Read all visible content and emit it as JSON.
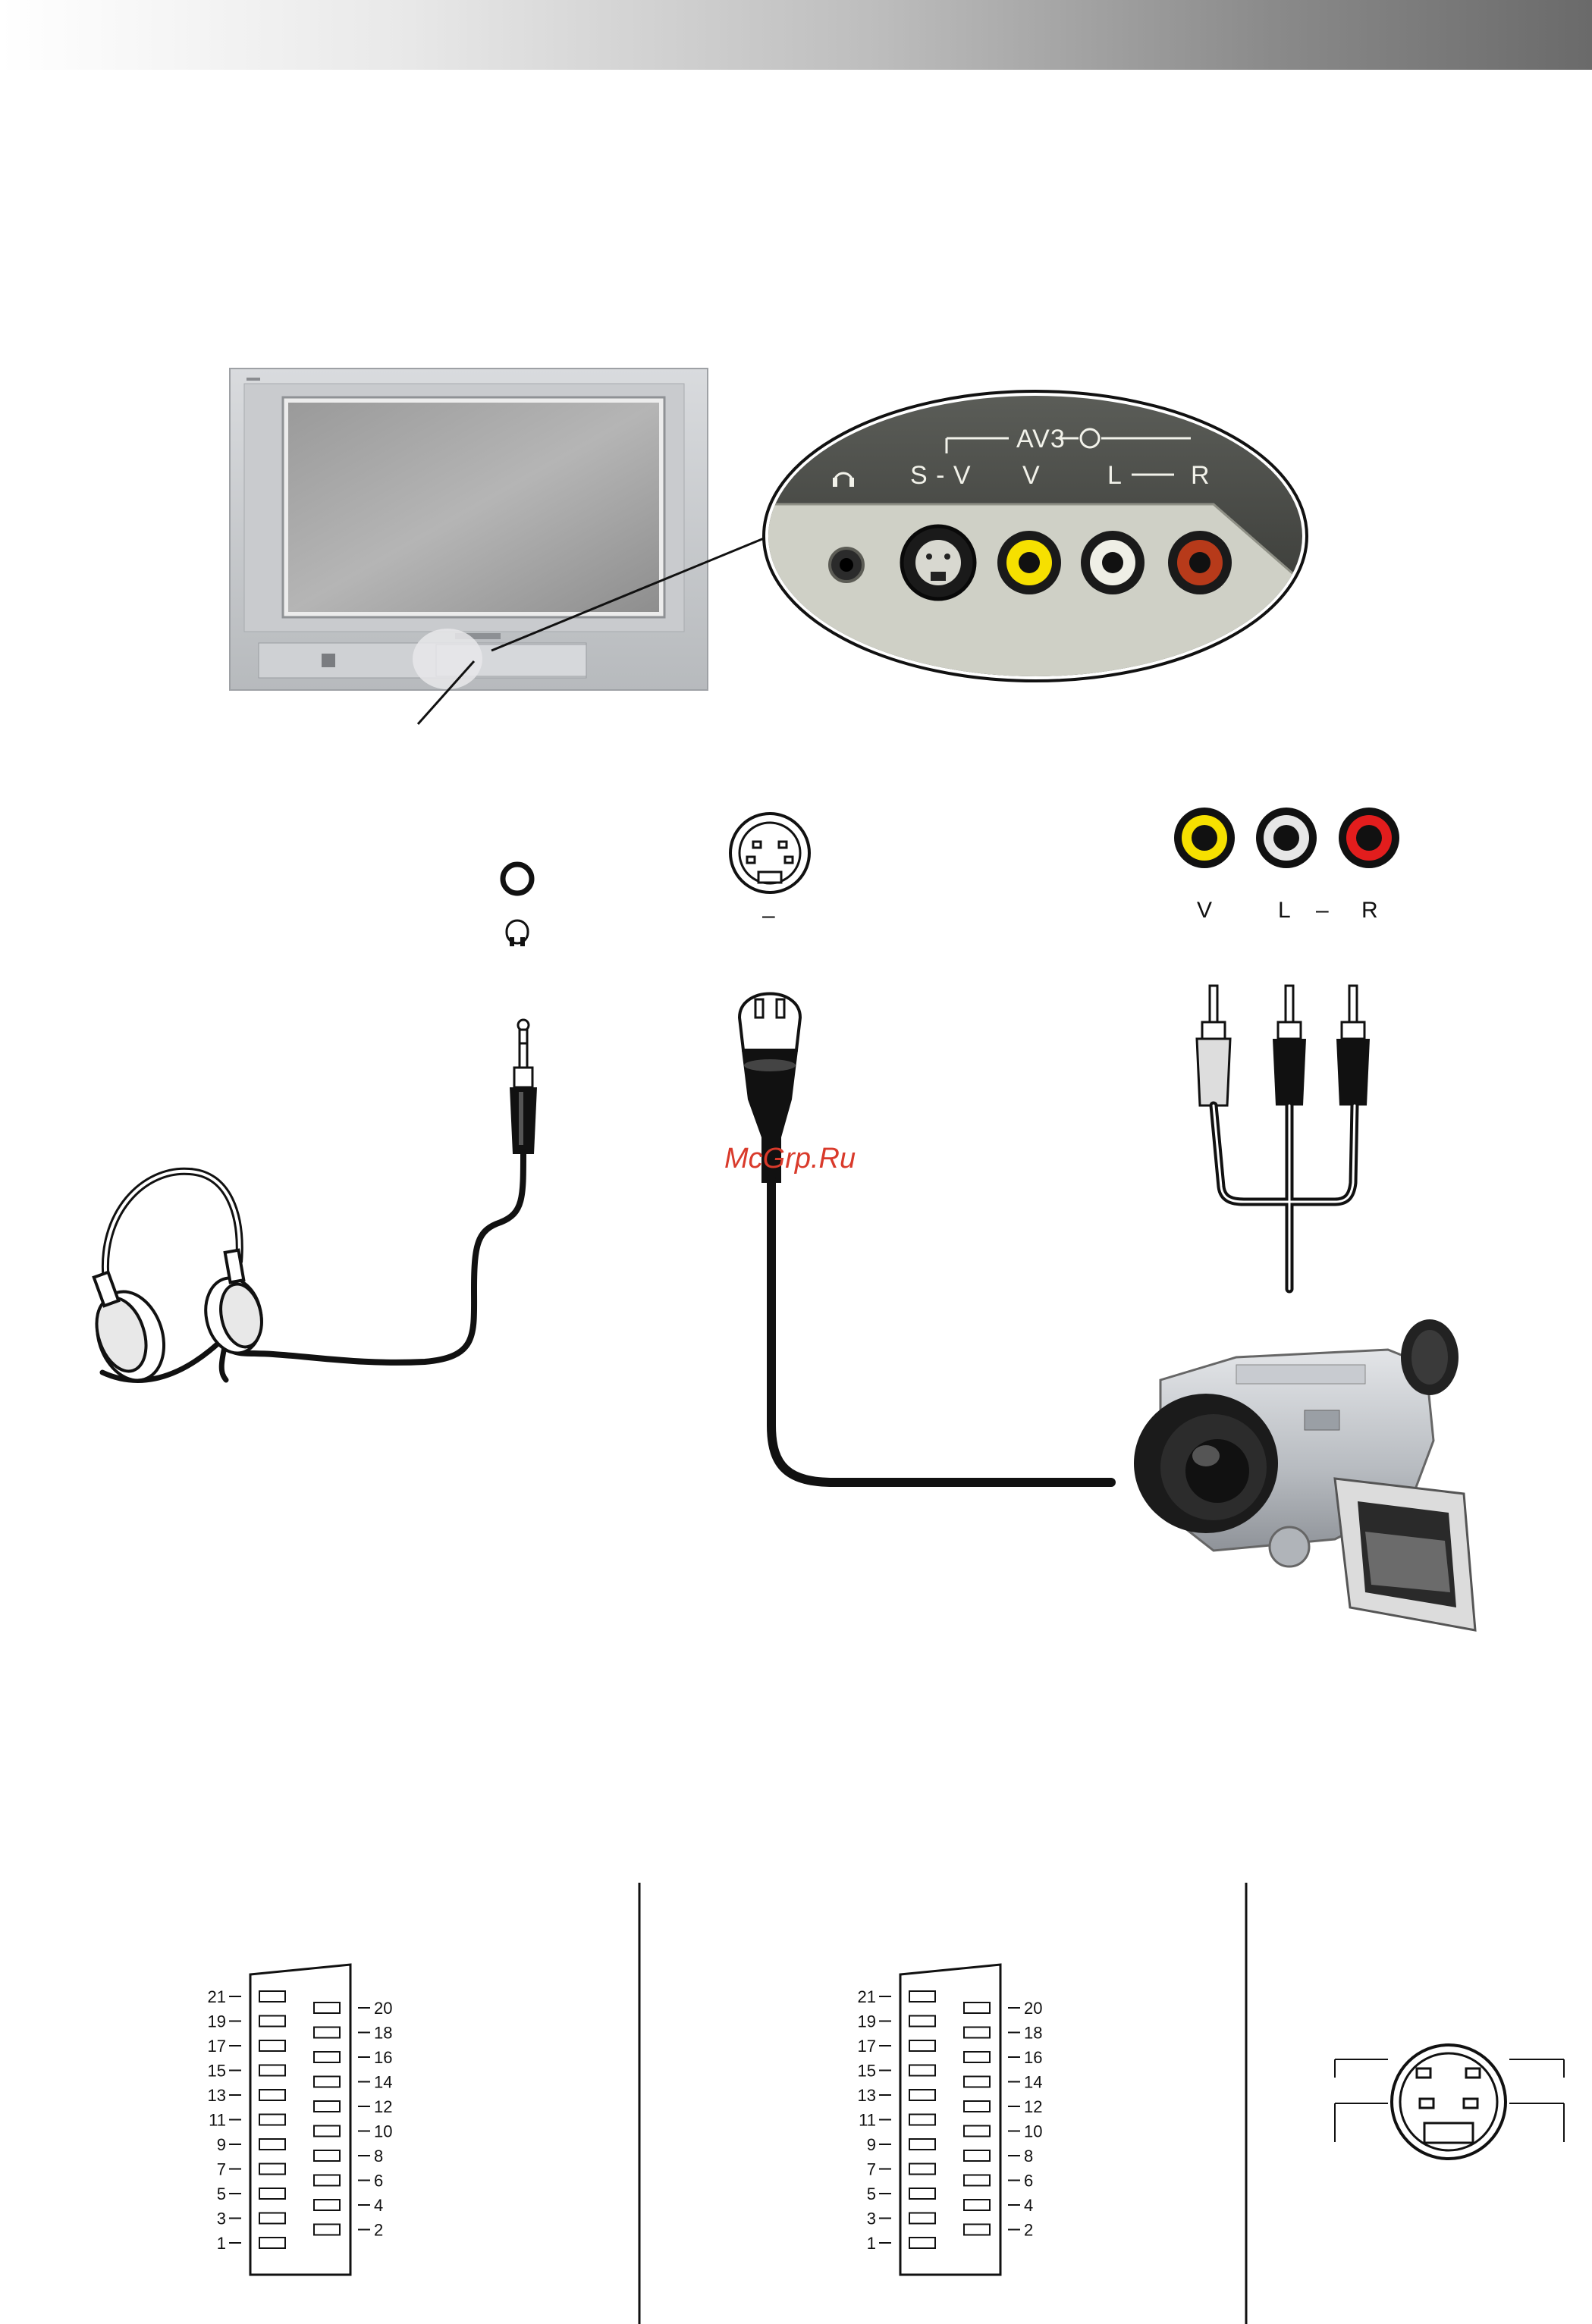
{
  "panel": {
    "group_label": "AV3",
    "sv_label": "S - V",
    "v_label": "V",
    "l_label": "L",
    "r_label": "R"
  },
  "svideo_jack": {
    "dash": "–"
  },
  "rca_jacks": {
    "v_label": "V",
    "l_label": "L",
    "dash": "–",
    "r_label": "R"
  },
  "watermark": "McGrp.Ru",
  "scart": {
    "left_pins": [
      "21",
      "19",
      "17",
      "15",
      "13",
      "11",
      "9",
      "7",
      "5",
      "3",
      "1"
    ],
    "right_pins": [
      "20",
      "18",
      "16",
      "14",
      "12",
      "10",
      "8",
      "6",
      "4",
      "2"
    ]
  },
  "colors": {
    "yellow": "#f6e000",
    "white": "#e6e6e6",
    "red": "#e21d1d",
    "cable": "#111111"
  }
}
